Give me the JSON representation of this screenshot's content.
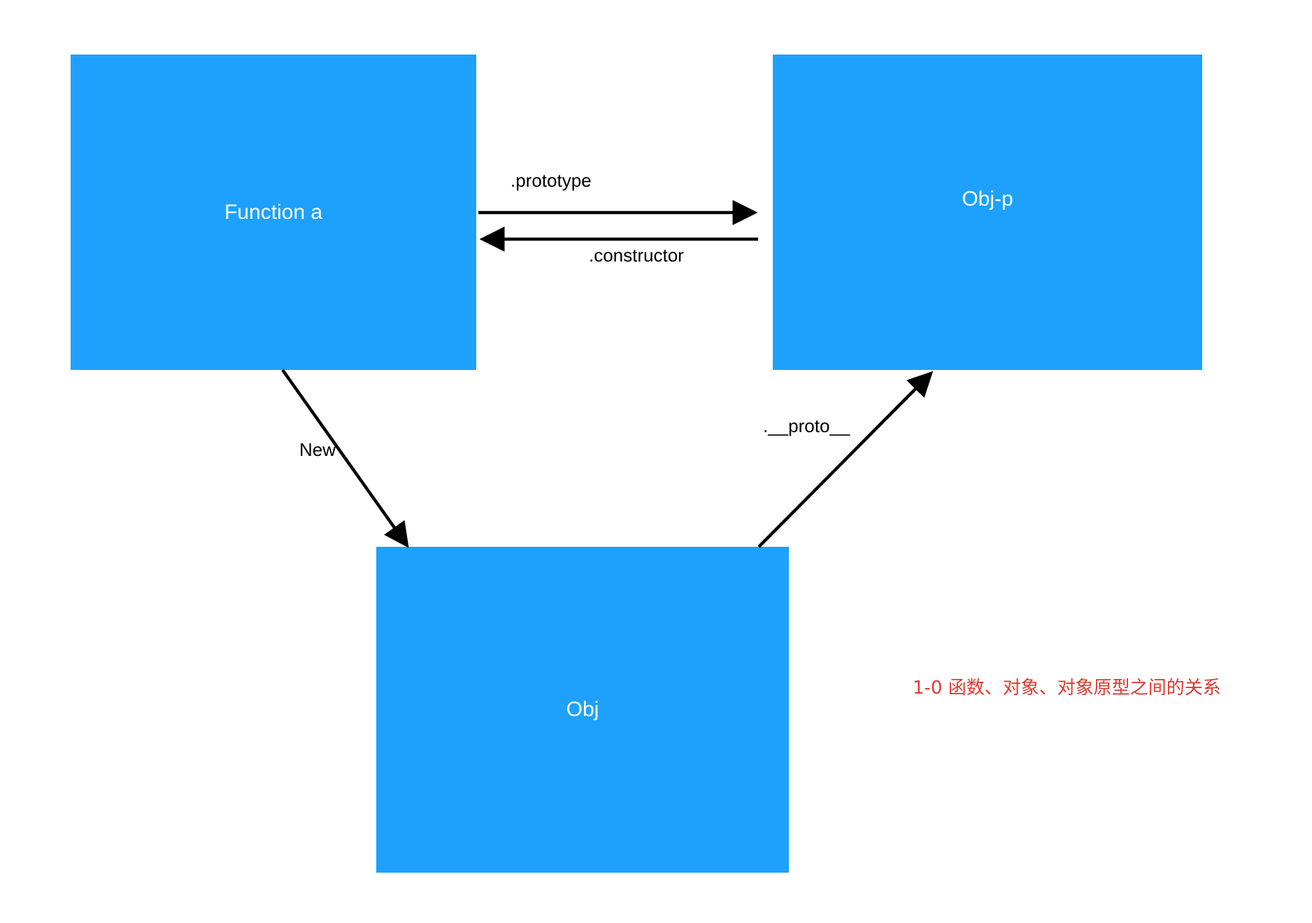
{
  "diagram": {
    "nodes": {
      "function_a": {
        "label": "Function a",
        "color": "#1da1fc"
      },
      "obj_p": {
        "label": "Obj-p",
        "color": "#1da1fc"
      },
      "obj": {
        "label": "Obj",
        "color": "#1da1fc"
      }
    },
    "edges": {
      "prototype": {
        "label": ".prototype",
        "from": "Function a",
        "to": "Obj-p"
      },
      "constructor": {
        "label": ".constructor",
        "from": "Obj-p",
        "to": "Function a"
      },
      "new": {
        "label": "New",
        "from": "Function a",
        "to": "Obj"
      },
      "proto": {
        "label": ".__proto__",
        "from": "Obj",
        "to": "Obj-p"
      }
    },
    "caption": "1-0  函数、对象、对象原型之间的关系",
    "caption_color": "#e03a2f",
    "arrow_color": "#000000"
  }
}
